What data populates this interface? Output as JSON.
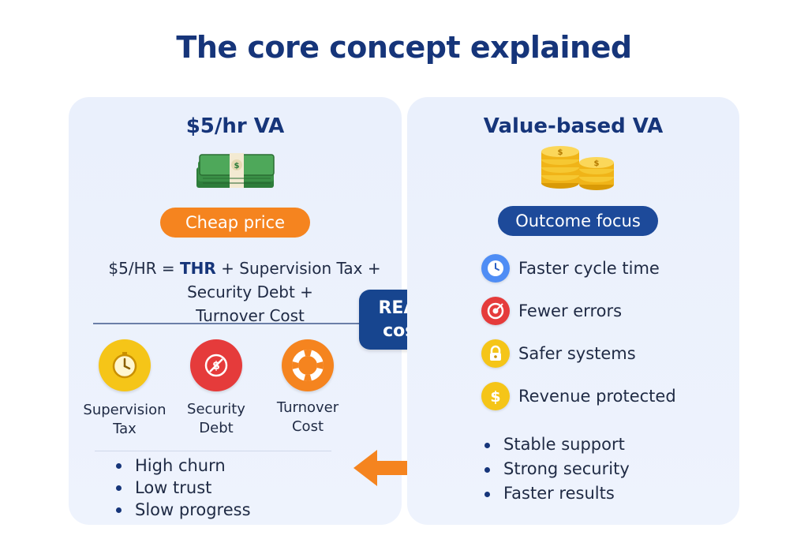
{
  "title": "The core concept explained",
  "left": {
    "heading": "$5/hr VA",
    "pill": "Cheap price",
    "formula": {
      "line1_prefix": "$5/HR = ",
      "line1_bold": "THR",
      "line1_suffix": " +  Supervision Tax +",
      "line2": "Security Debt +",
      "line3": "Turnover Cost"
    },
    "costs": [
      {
        "label_line1": "Supervision",
        "label_line2": "Tax",
        "icon": "stopwatch-icon",
        "color": "#f5c518"
      },
      {
        "label_line1": "Security",
        "label_line2": "Debt",
        "icon": "security-debt-icon",
        "color": "#e53b3b"
      },
      {
        "label_line1": "Turnover",
        "label_line2": "Cost",
        "icon": "lifebuoy-icon",
        "color": "#f5841f"
      }
    ],
    "bullets": [
      "High churn",
      "Low trust",
      "Slow progress"
    ]
  },
  "center": {
    "real_line1": "REAL",
    "real_line2": "cost"
  },
  "right": {
    "heading": "Value-based VA",
    "pill": "Outcome focus",
    "benefits": [
      {
        "label": "Faster cycle time",
        "icon": "clock-icon",
        "color": "#4f8df5"
      },
      {
        "label": "Fewer errors",
        "icon": "target-icon",
        "color": "#e53b3b"
      },
      {
        "label": "Safer systems",
        "icon": "lock-icon",
        "color": "#f5c518"
      },
      {
        "label": "Revenue protected",
        "icon": "dollar-icon",
        "color": "#f5c518"
      }
    ],
    "bullets": [
      "Stable support",
      "Strong security",
      "Faster results"
    ]
  },
  "colors": {
    "navy": "#16357a",
    "orange": "#f5841f",
    "panel": "#eaf0fc"
  }
}
